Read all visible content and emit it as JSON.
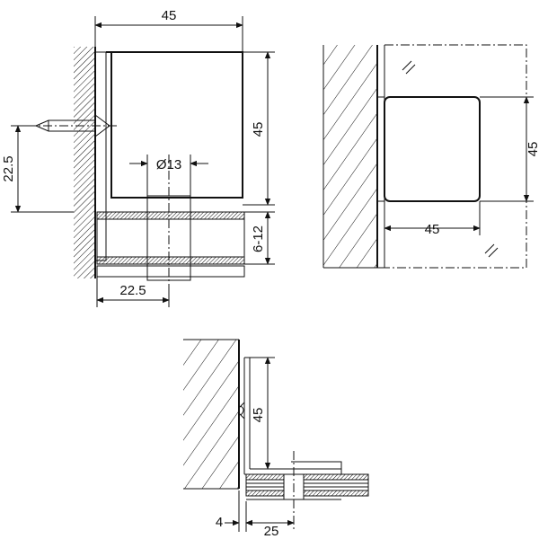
{
  "drawing": {
    "view_side": {
      "width_label": "45",
      "height_label": "45",
      "offset_label": "22.5",
      "hole_label": "Ø13",
      "glass_label": "6-12",
      "bottom_label": "22.5"
    },
    "view_front": {
      "height_label": "45",
      "width_label": "45"
    },
    "view_plan": {
      "height_label": "45",
      "gap_label": "4",
      "depth_label": "25"
    }
  }
}
